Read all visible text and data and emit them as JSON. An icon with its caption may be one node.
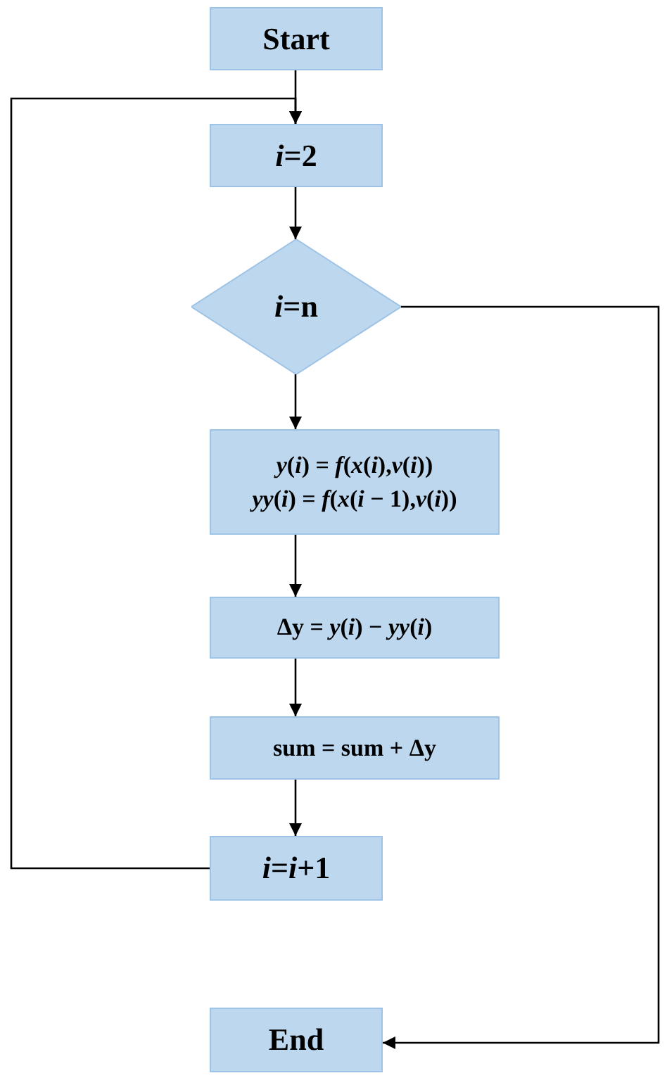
{
  "diagram": {
    "nodes": [
      {
        "text": [
          "Start"
        ]
      },
      {
        "text": [
          "*i*=2"
        ]
      },
      {
        "text": [
          "*i*=n"
        ]
      },
      {
        "text": [
          "*y*(*i*) = *f*(*x*(*i*),*v*(*i*))",
          "*yy*(*i*) = *f*(*x*(*i* − 1),*v*(*i*))"
        ]
      },
      {
        "text": [
          "Δy = *y*(*i*) − *yy*(*i*)"
        ]
      },
      {
        "text": [
          "sum = sum + Δy"
        ]
      },
      {
        "text": [
          "*i*=*i*+1"
        ]
      },
      {
        "text": [
          "End"
        ]
      }
    ],
    "edges": [
      {
        "from": 0,
        "to": 1,
        "arrow": "to"
      },
      {
        "from": 1,
        "to": 2,
        "arrow": "to"
      },
      {
        "from": 2,
        "to": 3,
        "arrow": "to"
      },
      {
        "from": 3,
        "to": 4,
        "arrow": "to"
      },
      {
        "from": 4,
        "to": 5,
        "arrow": "to"
      },
      {
        "from": 5,
        "to": 6,
        "arrow": "to"
      },
      {
        "from": 6,
        "to": 1,
        "arrow": "to"
      },
      {
        "from": 2,
        "to": 7,
        "arrow": "to"
      }
    ]
  }
}
